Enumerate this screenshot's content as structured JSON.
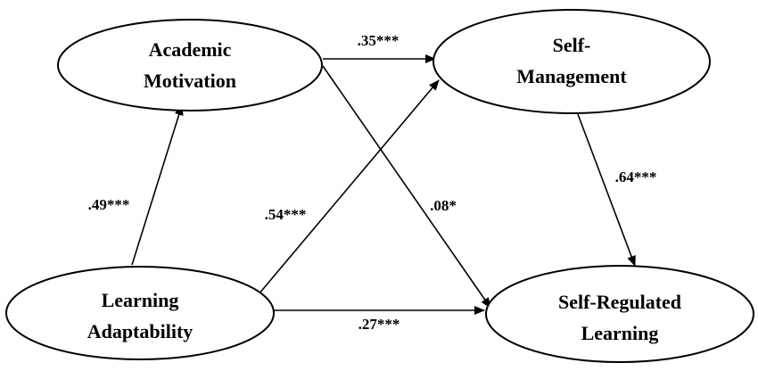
{
  "nodes": {
    "academic_motivation": {
      "line1": "Academic",
      "line2": "Motivation"
    },
    "self_management": {
      "line1": "Self-",
      "line2": "Management"
    },
    "learning_adaptability": {
      "line1": "Learning",
      "line2": "Adaptability"
    },
    "self_regulated_learning": {
      "line1": "Self-Regulated",
      "line2": "Learning"
    }
  },
  "paths": {
    "am_to_sm": ".35***",
    "sm_to_srl": ".64***",
    "la_to_am": ".49***",
    "la_to_sm": ".54***",
    "am_to_srl": ".08*",
    "la_to_srl": ".27***"
  },
  "colors": {
    "stroke": "#000000",
    "background": "#ffffff"
  }
}
